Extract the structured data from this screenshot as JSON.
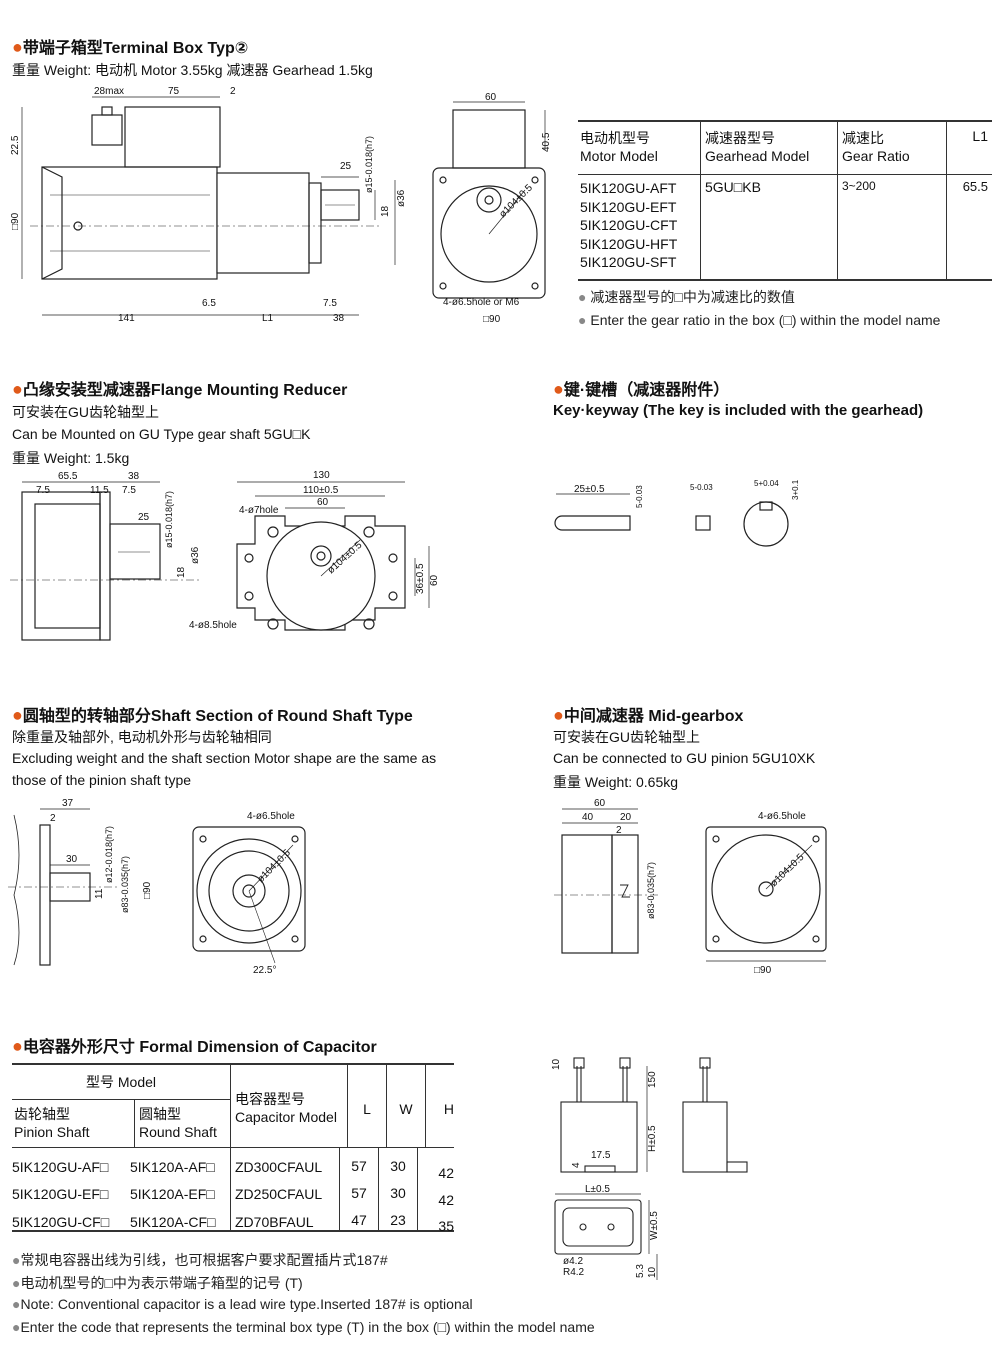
{
  "s1": {
    "title": "带端子箱型Terminal Box Typ②",
    "weight": "重量 Weight: 电动机 Motor 3.55kg  减速器 Gearhead 1.5kg",
    "dims": {
      "d28max": "28max",
      "d75": "75",
      "d2": "2",
      "d22_5": "22.5",
      "d90": "□90",
      "d25": "25",
      "dshaft": "ø15-0.018(h7)",
      "d18": "18",
      "d36": "ø36",
      "d141": "141",
      "d6_5": "6.5",
      "dL1": "L1",
      "d7_5": "7.5",
      "d38": "38",
      "d60": "60",
      "d40_5": "40.5",
      "d104": "ø104±0.5",
      "dhole": "4-ø6.5hole or M6",
      "dsq90": "□90"
    },
    "table": {
      "headers": [
        {
          "cn": "电动机型号",
          "en": "Motor Model"
        },
        {
          "cn": "减速器型号",
          "en": "Gearhead Model"
        },
        {
          "cn": "减速比",
          "en": "Gear Ratio"
        },
        {
          "cn": "L1",
          "en": ""
        }
      ],
      "models": [
        "5IK120GU-AFT",
        "5IK120GU-EFT",
        "5IK120GU-CFT",
        "5IK120GU-HFT",
        "5IK120GU-SFT"
      ],
      "gearhead": "5GU□KB",
      "ratio": "3~200",
      "l1": "65.5"
    },
    "notes": [
      "减速器型号的□中为减速比的数值",
      "Enter the gear ratio in the box (□) within the model name"
    ]
  },
  "s2": {
    "title": "凸缘安装型减速器Flange Mounting Reducer",
    "line1": "可安装在GU齿轮轴型上",
    "line2": "Can be Mounted on GU Type gear shaft 5GU□K",
    "weight": "重量 Weight: 1.5kg",
    "dims": {
      "d65_5": "65.5",
      "d38": "38",
      "d7_5a": "7.5",
      "d11_5": "11.5",
      "d7_5b": "7.5",
      "d25": "25",
      "dshaft": "ø15-0.018(h7)",
      "d18": "18",
      "d36": "ø36",
      "d130": "130",
      "d110": "110±0.5",
      "d60": "60",
      "d7hole": "4-ø7hole",
      "d104": "ø104±0.5",
      "d36_5": "36±0.5",
      "d60v": "60",
      "d8_5hole": "4-ø8.5hole"
    }
  },
  "s3": {
    "title": "键·键槽（减速器附件）",
    "subtitle": "Key·keyway (The key is included with the gearhead)",
    "dims": {
      "d25": "25±0.5",
      "d5a": "5-0.03",
      "d5b": "5-0.03",
      "d5c": "5+0.04",
      "d3": "3+0.1"
    }
  },
  "s4": {
    "title": "圆轴型的转轴部分Shaft Section of Round Shaft Type",
    "line1": "除重量及轴部外, 电动机外形与齿轮轴相同",
    "line2": "Excluding weight and the shaft section Motor shape are the same as",
    "line3": "those of the pinion shaft type",
    "dims": {
      "d37": "37",
      "d2": "2",
      "d30": "30",
      "dshaft": "ø12-0.018(h7)",
      "d11": "11",
      "d83": "ø83-0.035(h7)",
      "d90": "□90",
      "dhole": "4-ø6.5hole",
      "d104": "ø104±0.5",
      "d22_5": "22.5°"
    }
  },
  "s5": {
    "title": "中间减速器 Mid-gearbox",
    "line1": "可安装在GU齿轮轴型上",
    "line2": "Can be connected to GU pinion 5GU10XK",
    "weight": "重量 Weight: 0.65kg",
    "dims": {
      "d60": "60",
      "d40": "40",
      "d20": "20",
      "d2": "2",
      "d83": "ø83-0.035(h7)",
      "dhole": "4-ø6.5hole",
      "d104": "ø104±0.5",
      "d90": "□90"
    }
  },
  "s6": {
    "title": "电容器外形尺寸 Formal Dimension of Capacitor",
    "table": {
      "h_model": "型号 Model",
      "h_pinion_cn": "齿轮轴型",
      "h_pinion_en": "Pinion Shaft",
      "h_round_cn": "圆轴型",
      "h_round_en": "Round Shaft",
      "h_cap_cn": "电容器型号",
      "h_cap_en": "Capacitor Model",
      "h_L": "L",
      "h_W": "W",
      "h_H": "H",
      "rows": [
        {
          "pinion": "5IK120GU-AF□",
          "round": "5IK120A-AF□",
          "cap": "ZD300CFAUL",
          "L": "57",
          "W": "30",
          "H": "42"
        },
        {
          "pinion": "5IK120GU-EF□",
          "round": "5IK120A-EF□",
          "cap": "ZD250CFAUL",
          "L": "57",
          "W": "30",
          "H": "42"
        },
        {
          "pinion": "5IK120GU-CF□",
          "round": "5IK120A-CF□",
          "cap": "ZD70BFAUL",
          "L": "47",
          "W": "23",
          "H": "35"
        }
      ]
    },
    "notes": [
      "常规电容器出线为引线，也可根据客户要求配置插片式187#",
      "电动机型号的□中为表示带端子箱型的记号 (T)",
      "Note: Conventional capacitor is a lead wire type.Inserted 187#  is optional",
      "Enter the code that represents the terminal box type (T) in the box (□) within the model name"
    ],
    "dims": {
      "d10": "10",
      "d150": "150",
      "dH": "H±0.5",
      "d4": "4",
      "d17_5": "17.5",
      "dL": "L±0.5",
      "dW": "W±0.5",
      "d10b": "10",
      "d4_2": "ø4.2",
      "dR4_2": "R4.2",
      "d5_3": "5.3"
    }
  }
}
